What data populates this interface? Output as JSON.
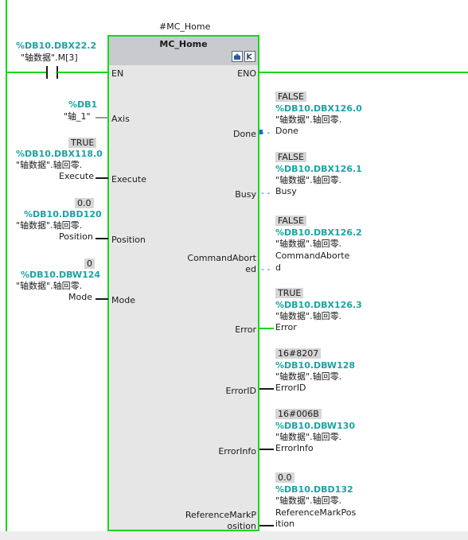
{
  "instance_name": "#MC_Home",
  "block_title": "MC_Home",
  "en_contact": {
    "address": "%DB10.DBX22.2",
    "symbol": "\"轴数据\".M[3]"
  },
  "pins": {
    "en": "EN",
    "eno": "ENO",
    "axis": "Axis",
    "execute": "Execute",
    "position": "Position",
    "mode": "Mode",
    "done": "Done",
    "busy": "Busy",
    "command_aborted_1": "CommandAbort",
    "command_aborted_2": "ed",
    "error": "Error",
    "error_id": "ErrorID",
    "error_info": "ErrorInfo",
    "ref_mark_1": "ReferenceMarkP",
    "ref_mark_2": "osition"
  },
  "inputs": {
    "axis": {
      "address": "%DB1",
      "symbol": "\"轴_1\""
    },
    "execute": {
      "value": "TRUE",
      "address": "%DB10.DBX118.0",
      "symbol_1": "\"轴数据\".轴回零.",
      "symbol_2": "Execute"
    },
    "position": {
      "value": "0.0",
      "address": "%DB10.DBD120",
      "symbol_1": "\"轴数据\".轴回零.",
      "symbol_2": "Position"
    },
    "mode": {
      "value": "0",
      "address": "%DB10.DBW124",
      "symbol_1": "\"轴数据\".轴回零.",
      "symbol_2": "Mode"
    }
  },
  "outputs": {
    "done": {
      "value": "FALSE",
      "address": "%DB10.DBX126.0",
      "symbol_1": "\"轴数据\".轴回零.",
      "symbol_2": "Done"
    },
    "busy": {
      "value": "FALSE",
      "address": "%DB10.DBX126.1",
      "symbol_1": "\"轴数据\".轴回零.",
      "symbol_2": "Busy"
    },
    "command_aborted": {
      "value": "FALSE",
      "address": "%DB10.DBX126.2",
      "symbol_1": "\"轴数据\".轴回零.",
      "symbol_2": "CommandAborte",
      "symbol_3": "d"
    },
    "error": {
      "value": "TRUE",
      "address": "%DB10.DBX126.3",
      "symbol_1": "\"轴数据\".轴回零.",
      "symbol_2": "Error"
    },
    "error_id": {
      "value": "16#8207",
      "address": "%DB10.DBW128",
      "symbol_1": "\"轴数据\".轴回零.",
      "symbol_2": "ErrorID"
    },
    "error_info": {
      "value": "16#006B",
      "address": "%DB10.DBW130",
      "symbol_1": "\"轴数据\".轴回零.",
      "symbol_2": "ErrorInfo"
    },
    "ref_mark": {
      "value": "0.0",
      "address": "%DB10.DBD132",
      "symbol_1": "\"轴数据\".轴回零.",
      "symbol_2": "ReferenceMarkPos",
      "symbol_3": "ition"
    }
  },
  "icons": {
    "block_button_1": "block-info-icon",
    "block_button_2": "block-monitor-icon"
  },
  "colors": {
    "powerflow": "#18d818",
    "address": "#1aa3a3",
    "block_fill": "#e6e6e6",
    "block_header": "#c8cace",
    "value_box": "#d6d6d6"
  }
}
